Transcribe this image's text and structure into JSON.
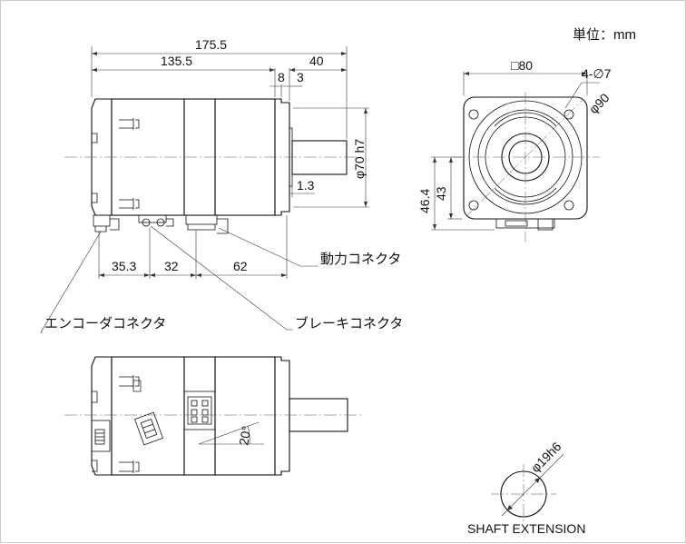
{
  "unit": "単位：mm",
  "dims": {
    "overall_length": "175.5",
    "body_length": "135.5",
    "shaft_length": "40",
    "flange_step": "8",
    "flange_thk": "3",
    "pilot_dia": "φ70 h7",
    "pilot_depth": "1.3",
    "square": "□80",
    "holes": "4-∅7",
    "pcd": "φ90",
    "h1": "46.4",
    "h2": "43",
    "enc_pos": "35.3",
    "brk_pos": "32",
    "pwr_pos": "62",
    "angle": "20°",
    "shaft_dia": "φ19h6"
  },
  "labels": {
    "power": "動力コネクタ",
    "encoder": "エンコーダコネクタ",
    "brake": "ブレーキコネクタ",
    "shaft_ext": "SHAFT EXTENSION"
  }
}
